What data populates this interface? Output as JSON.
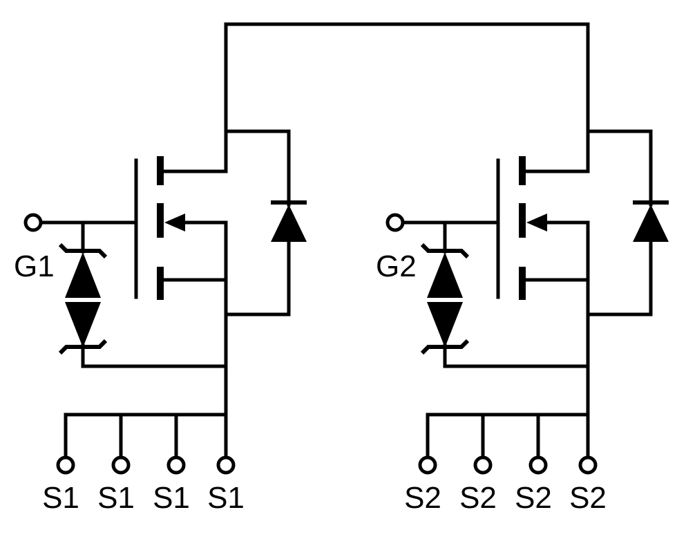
{
  "diagram": {
    "kind": "circuit-schematic",
    "background_color": "#ffffff",
    "line_color": "#000000",
    "transistors": [
      {
        "gate_label": "G1",
        "source_labels": [
          "S1",
          "S1",
          "S1",
          "S1"
        ]
      },
      {
        "gate_label": "G2",
        "source_labels": [
          "S2",
          "S2",
          "S2",
          "S2"
        ]
      }
    ]
  }
}
